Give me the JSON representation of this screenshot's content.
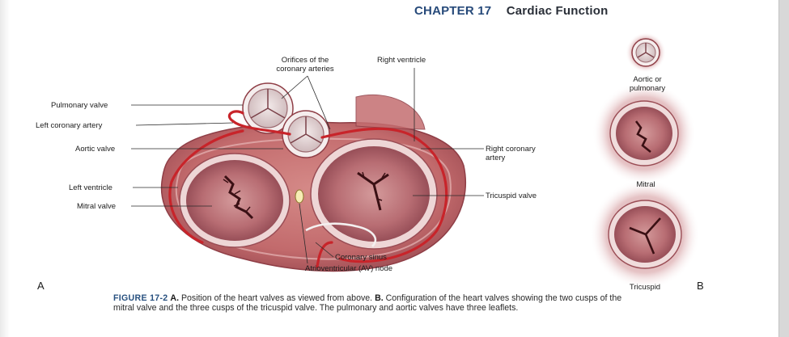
{
  "header": {
    "chapter": "CHAPTER 17",
    "title": "Cardiac Function"
  },
  "panel_a": {
    "letter": "A",
    "labels": {
      "orifices_line1": "Orifices of the",
      "orifices_line2": "coronary arteries",
      "right_ventricle": "Right ventricle",
      "pulmonary_valve": "Pulmonary valve",
      "left_coronary_artery": "Left coronary artery",
      "aortic_valve": "Aortic valve",
      "left_ventricle": "Left ventricle",
      "mitral_valve": "Mitral valve",
      "right_coronary_line1": "Right coronary",
      "right_coronary_line2": "artery",
      "tricuspid_valve": "Tricuspid valve",
      "coronary_sinus": "Coronary sinus",
      "av_node": "Atrioventricular (AV) node"
    }
  },
  "panel_b": {
    "letter": "B",
    "labels": {
      "aortic_line1": "Aortic or",
      "aortic_line2": "pulmonary",
      "mitral": "Mitral",
      "tricuspid": "Tricuspid"
    }
  },
  "caption": {
    "figure": "FIGURE 17-2",
    "part_a": "A.",
    "text_a": "Position of the heart valves as viewed from above.",
    "part_b": "B.",
    "text_b": "Configuration of the heart valves showing the two cusps of the mitral valve and the three cusps of the tricuspid valve. The pulmonary and aortic valves have three leaflets."
  },
  "colors": {
    "heart_wall": "#c9706f",
    "heart_dark": "#a9555a",
    "artery": "#c8242a",
    "valve_ring": "#f4ecec",
    "valve_inner": "#b56a70",
    "brand": "#274a7a"
  }
}
